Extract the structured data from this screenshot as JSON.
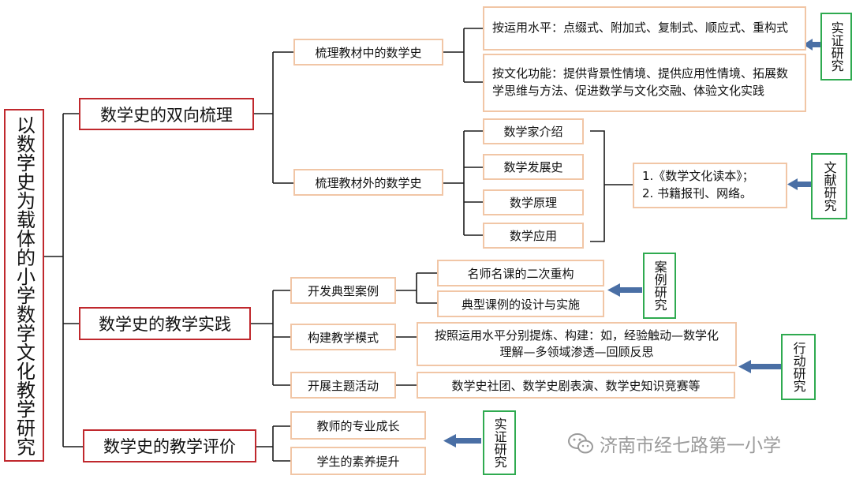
{
  "root": "以数学史为载体的小学数学文化教学研究",
  "branches": {
    "b1": "数学史的双向梳理",
    "b2": "数学史的教学实践",
    "b3": "数学史的教学评价"
  },
  "sub": {
    "s1": "梳理教材中的数学史",
    "s2": "梳理教材外的数学史",
    "s3": "开发典型案例",
    "s4": "构建教学模式",
    "s5": "开展主题活动",
    "s6": "教师的专业成长",
    "s7": "学生的素养提升"
  },
  "leaves": {
    "l1": "按运用水平：点缀式、附加式、复制式、顺应式、重构式",
    "l2": "按文化功能：提供背景性情境、提供应用性情境、拓展数学思维与方法、促进数学与文化交融、体验文化实践",
    "l3": "数学家介绍",
    "l4": "数学发展史",
    "l5": "数学原理",
    "l6": "数学应用",
    "l7a": "1.《数学文化读本》；",
    "l7b": "2. 书籍报刊、网络。",
    "l8": "名师名课的二次重构",
    "l9": "典型课例的设计与实施",
    "l10": "按照运用水平分别提炼、构建：如，经验触动—数学化理解—多领域渗透—回顾反思",
    "l11": "数学史社团、数学史剧表演、数学史知识竞赛等"
  },
  "methods": {
    "m1": "实证研究",
    "m2": "文献研究",
    "m3": "案例研究",
    "m4": "行动研究",
    "m5": "实证研究"
  },
  "watermark": "济南市经七路第一小学",
  "colors": {
    "branch_border": "#c0282d",
    "sub_border": "#f1c6a6",
    "method_border": "#2faa50",
    "arrow": "#4a6fa5"
  }
}
